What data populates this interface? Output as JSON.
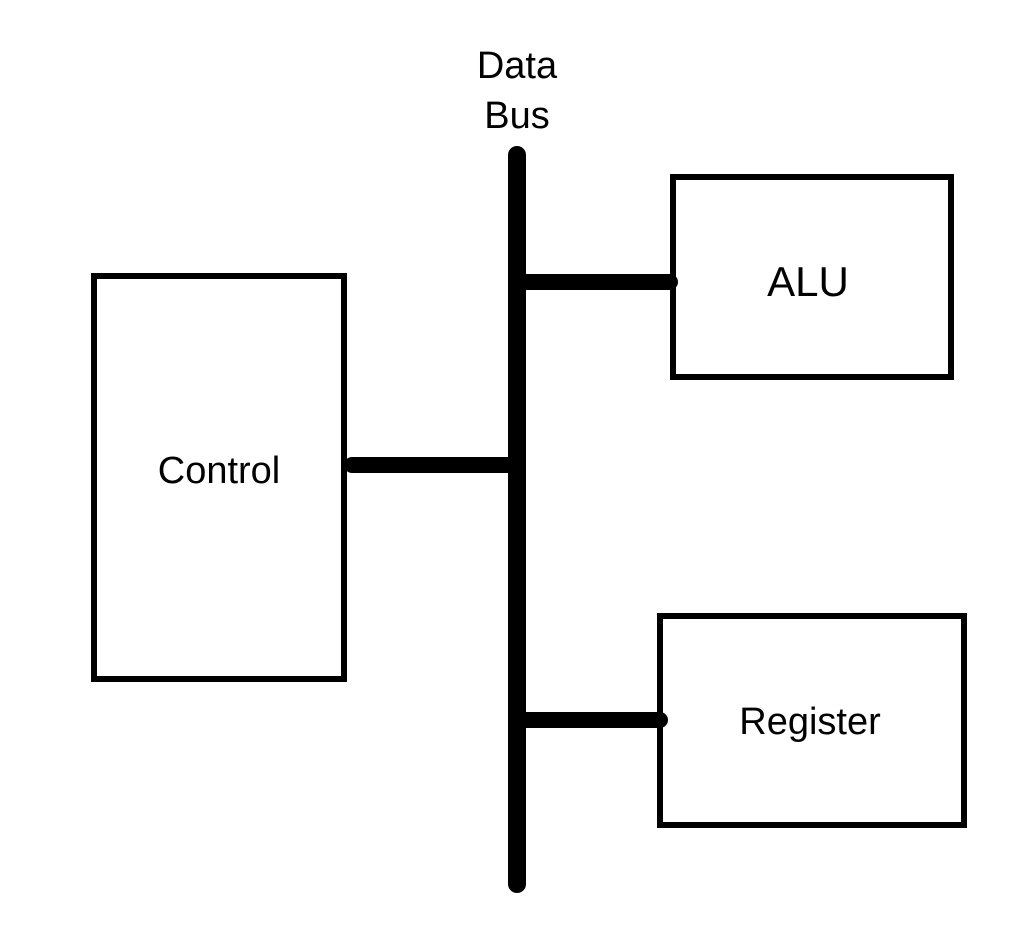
{
  "diagram": {
    "bus_label_line1": "Data",
    "bus_label_line2": "Bus",
    "control_label": "Control",
    "alu_label": "ALU",
    "register_label": "Register"
  },
  "colors": {
    "stroke": "#000000",
    "background": "#ffffff"
  }
}
